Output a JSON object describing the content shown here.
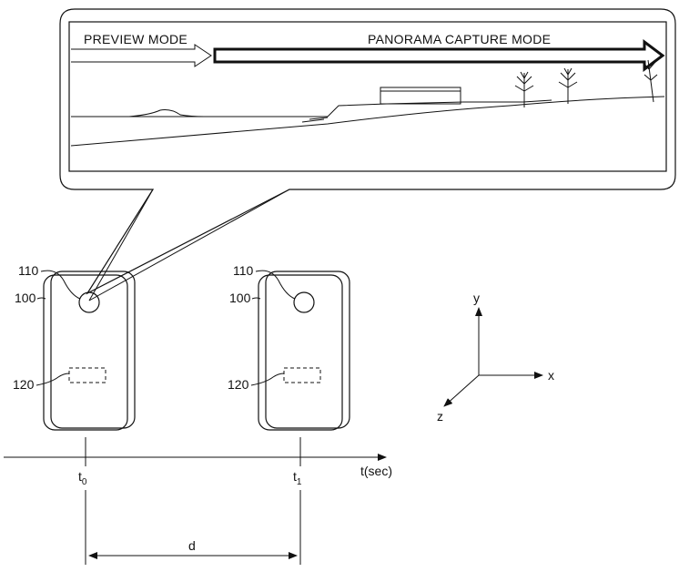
{
  "callout": {
    "preview_label": "PREVIEW MODE",
    "capture_label": "PANORAMA CAPTURE MODE"
  },
  "devices": [
    {
      "device_label": "100",
      "camera_label": "110",
      "sensor_label": "120",
      "time_label": "t",
      "time_subscript": "0"
    },
    {
      "device_label": "100",
      "camera_label": "110",
      "sensor_label": "120",
      "time_label": "t",
      "time_subscript": "1"
    }
  ],
  "timeline": {
    "axis_label": "t(sec)",
    "distance_label": "d"
  },
  "axes": {
    "x_label": "x",
    "y_label": "y",
    "z_label": "z"
  }
}
